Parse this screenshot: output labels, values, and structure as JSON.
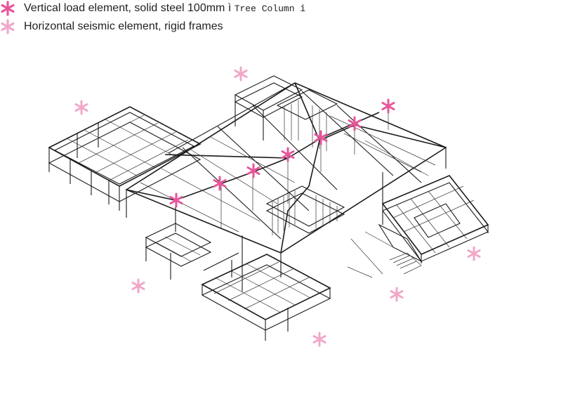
{
  "legend": {
    "vertical": {
      "text": "Vertical load element, solid steel 100mm ì ",
      "mono": "Tree Column  î",
      "color": "#e8559a"
    },
    "horizontal": {
      "text": "Horizontal seismic element, rigid frames",
      "color": "#f1a7c8"
    }
  },
  "markers": {
    "tree_columns": "vertical-load-element",
    "rigid_frames": "horizontal-seismic-element"
  }
}
